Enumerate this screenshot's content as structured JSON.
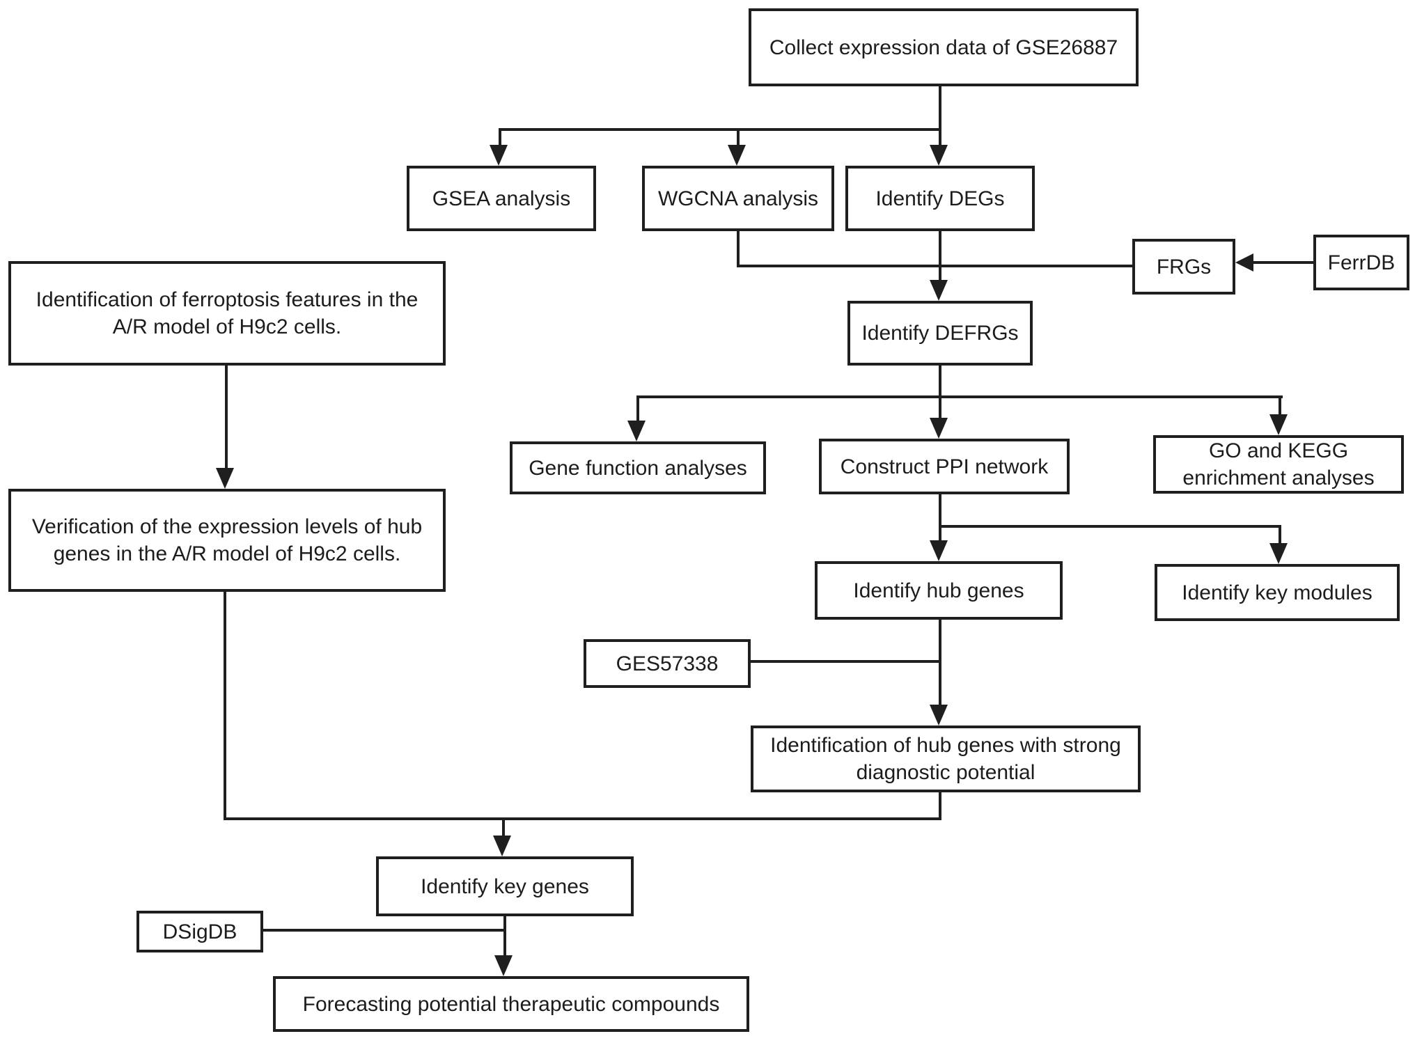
{
  "colors": {
    "background": "#ffffff",
    "box_fill": "#ffffff",
    "line": "#1f1f1f",
    "text": "#1c1c1c"
  },
  "nodes": {
    "collect": {
      "label": "Collect expression data of GSE26887"
    },
    "gsea": {
      "label": "GSEA analysis"
    },
    "wgcna": {
      "label": "WGCNA analysis"
    },
    "degs": {
      "label": "Identify DEGs"
    },
    "frgs": {
      "label": "FRGs"
    },
    "ferrdb": {
      "label": "FerrDB"
    },
    "defrgs": {
      "label": "Identify DEFRGs"
    },
    "left1": {
      "label": "Identification of ferroptosis features in the A/R model of H9c2 cells."
    },
    "left2": {
      "label": "Verification of the expression levels of hub genes in the A/R model of H9c2 cells."
    },
    "genefunc": {
      "label": "Gene function analyses"
    },
    "ppi": {
      "label": "Construct PPI network"
    },
    "gokegg": {
      "label": "GO and KEGG enrichment analyses"
    },
    "hubgenes": {
      "label": "Identify hub genes"
    },
    "keymodules": {
      "label": "Identify key modules"
    },
    "ges": {
      "label": "GES57338"
    },
    "identhub": {
      "label": "Identification of hub genes with strong diagnostic potential"
    },
    "keygenes": {
      "label": "Identify key genes"
    },
    "dsigdb": {
      "label": "DSigDB"
    },
    "forecast": {
      "label": "Forecasting potential therapeutic compounds"
    }
  },
  "edges": [
    {
      "from": "collect",
      "to": "gsea",
      "arrow": true
    },
    {
      "from": "collect",
      "to": "wgcna",
      "arrow": true
    },
    {
      "from": "collect",
      "to": "degs",
      "arrow": true
    },
    {
      "from": "wgcna",
      "to": "frgs",
      "arrow": false
    },
    {
      "from": "ferrdb",
      "to": "frgs",
      "arrow": true
    },
    {
      "from": "degs",
      "to": "defrgs",
      "arrow": true
    },
    {
      "from": "frgs",
      "to": "defrgs",
      "arrow": true
    },
    {
      "from": "defrgs",
      "to": "genefunc",
      "arrow": true
    },
    {
      "from": "defrgs",
      "to": "ppi",
      "arrow": true
    },
    {
      "from": "defrgs",
      "to": "gokegg",
      "arrow": true
    },
    {
      "from": "ppi",
      "to": "hubgenes",
      "arrow": true
    },
    {
      "from": "ppi",
      "to": "keymodules",
      "arrow": true
    },
    {
      "from": "hubgenes",
      "to": "identhub",
      "arrow": true
    },
    {
      "from": "ges",
      "to": "identhub",
      "arrow": true
    },
    {
      "from": "left1",
      "to": "left2",
      "arrow": true
    },
    {
      "from": "left2",
      "to": "keygenes",
      "arrow": true
    },
    {
      "from": "identhub",
      "to": "keygenes",
      "arrow": true
    },
    {
      "from": "keygenes",
      "to": "forecast",
      "arrow": true
    },
    {
      "from": "dsigdb",
      "to": "forecast",
      "arrow": true
    }
  ]
}
